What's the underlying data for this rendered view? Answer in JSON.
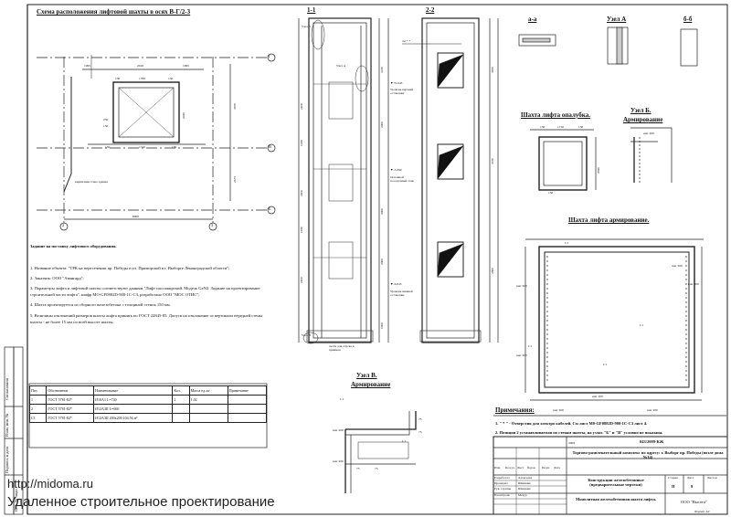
{
  "scheme": {
    "title": "Схема расположения лифтовой шахты в осях В-Г/2-3",
    "axis_rows": [
      "Г",
      "В",
      "Б"
    ],
    "axis_cols": [
      "2",
      "3"
    ],
    "dims_top": [
      "1995",
      "2010",
      "1995"
    ],
    "dims_inner": [
      "130",
      "1780",
      "130"
    ],
    "dims_right": [
      "3670",
      "2575"
    ],
    "dim_bottom": "6000",
    "dims_misc": [
      "150",
      "1710",
      "150",
      "250",
      "150",
      "2020"
    ],
    "note": "кирпичная стена здания"
  },
  "task": {
    "title": "Задание на поставку лифтового оборудования.",
    "items": [
      "1. Название объекта: \"ТРК на пересечении пр. Победы и ул. Приморской в г. Выборге Ленинградской области\";",
      "2. Заказчик: ООО \"Авангард\";",
      "3. Параметры лифта и лифтовой шахты соответствуют данным \"Лифт пассажирский. Модель GeN2. Задание на проектирование строительной части лифта\", шифр МО-GF0882D-900-1С-С3, разработано ООО \"МОС ОТИС\";",
      "4. Шахта проектируется из сборного железобетона с толщиной стенок 150 мм.",
      "5. Величины отклонений размеров шахты лифта принять по ГОСТ 22845-85. Допуск на отклонение от вертикали передней стены шахты - не более 15 мм по всей высоте шахты."
    ]
  },
  "spec_table": {
    "headers": [
      "Поз.",
      "Обозначение",
      "Наименование",
      "Кол.",
      "Масса ед.,кг",
      "Примечание"
    ],
    "rows": [
      [
        "1",
        "ГОСТ 5781-82*",
        "Ø10А1 L=740",
        "2",
        "1.02",
        ""
      ],
      [
        "2",
        "ГОСТ 5781-82*",
        "Ø12А3II L=660",
        "",
        "",
        ""
      ],
      [
        "С1",
        "ГОСТ 5781-82*",
        "Ø12А3II 200х200 104.56 м²",
        "",
        "",
        ""
      ]
    ]
  },
  "section_11": {
    "title": "1-1",
    "labels": [
      "Узел Б",
      "Узел А",
      "Узел В"
    ],
    "marks": [
      "Уровень верхней остановки",
      "▼+0.045",
      "▼-5.090",
      "Основной посадочный этаж",
      "Уровень нижней остановки",
      "▼-6.045"
    ],
    "dims": [
      "2100",
      "1450",
      "2100",
      "1450",
      "2100",
      "3470",
      "2000",
      "2000",
      "2000",
      "1000"
    ],
    "bottom_note": "скоба для спуска в приямок"
  },
  "section_22": {
    "title": "2-2",
    "marker": "см * *",
    "dims": [
      "3950",
      "3370",
      "4800"
    ]
  },
  "details_top": {
    "aa": "а-а",
    "uzel_a": "Узел А",
    "bb": "б-б"
  },
  "formwork": {
    "title": "Шахта лифта опалубка.",
    "dims": [
      "150",
      "1710",
      "150",
      "2020",
      "150"
    ]
  },
  "uzel_b_reinf": {
    "title": "Узел Б.",
    "subtitle": "Армирование",
    "labels": [
      "шаг 200"
    ]
  },
  "reinforcement": {
    "title": "Шахта лифта армирование.",
    "labels": [
      "С1",
      "С1",
      "С1",
      "С1",
      "шаг 200",
      "шаг 200",
      "шаг 200",
      "шаг 200",
      "шаг 200",
      "шаг 200",
      "шаг 200"
    ]
  },
  "uzel_v": {
    "title": "Узел В.",
    "subtitle": "Армирование",
    "labels": [
      "С1",
      "шаг 200",
      "С1",
      "шаг 200"
    ],
    "dims": [
      "75",
      "75",
      "75",
      "75"
    ]
  },
  "notes": {
    "title": "Примечания:",
    "items": [
      "1. \" * \" - Отверстия для электро кабелей. См лист М0-GF0882D-900-1С-С3 лист 4.",
      "2. Позиция 2 устанавливаемая по стенам шахты, на узлах \"Б\" и \"В\" условно не показана."
    ]
  },
  "title_block": {
    "code": "043/2009-КЖ",
    "object": "Торгово-развлекательный комплекс по адресу: г. Выборг пр. Победы (возле дома №14)",
    "section": "Конструкции железобетонные (предварительные чертежи)",
    "sheet_title": "Монолитная железобетонная шахта лифта.",
    "stage_h": "Стадия",
    "sheet_h": "Лист",
    "sheets_h": "Листов",
    "stage": "П",
    "sheet": "9",
    "company": "ООО \"Высота\"",
    "format": "Формат А2",
    "year": "2009",
    "roles": [
      "Изм.",
      "Кол.уч",
      "Лист",
      "№док.",
      "Подп.",
      "Дата",
      "Разработал",
      "Проверил",
      "Рук. группы",
      "Н.контроль"
    ],
    "names": [
      "Алексеева",
      "Шишкин",
      "Шишкин",
      "Мезур"
    ]
  },
  "side_stamp": [
    "Согласовано",
    "Инв. № подл.",
    "Подпись и дата",
    "Взам. инв. №"
  ],
  "watermark": {
    "url": "http://midoma.ru",
    "slogan": "Удаленное строительное проектирование"
  }
}
